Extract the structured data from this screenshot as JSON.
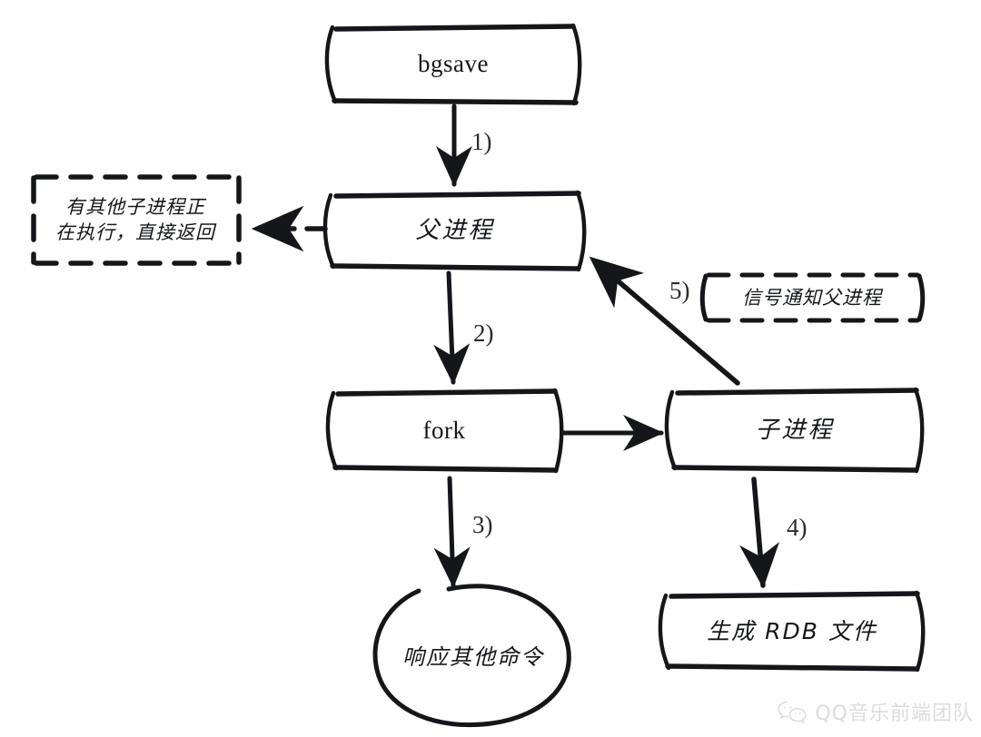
{
  "diagram": {
    "title": "bgsave",
    "background_color": "#ffffff",
    "stroke_color": "#14161a",
    "nodes": [
      {
        "id": "bgsave",
        "label": "bgsave",
        "script": "latin"
      },
      {
        "id": "parent",
        "label": "父进程",
        "script": "cjk"
      },
      {
        "id": "fork",
        "label": "fork",
        "script": "latin"
      },
      {
        "id": "child",
        "label": "子进程",
        "script": "cjk"
      },
      {
        "id": "rdb",
        "label": "生成 RDB 文件",
        "script": "mixed"
      }
    ],
    "blob": {
      "id": "other-commands",
      "label": "响应其他命令"
    },
    "annotations": [
      {
        "id": "return-note",
        "line1": "有其他子进程正",
        "line2": "在执行，直接返回"
      },
      {
        "id": "signal-note",
        "line1": "信号通知父进程",
        "line2": ""
      }
    ],
    "steps": [
      {
        "id": "step-1",
        "label": "1)"
      },
      {
        "id": "step-2",
        "label": "2)"
      },
      {
        "id": "step-3",
        "label": "3)"
      },
      {
        "id": "step-4",
        "label": "4)"
      },
      {
        "id": "step-5",
        "label": "5)"
      }
    ],
    "edges": [
      {
        "id": "bgsave-to-parent",
        "from": "bgsave",
        "to": "parent",
        "style": "solid",
        "step": "1)"
      },
      {
        "id": "parent-to-return-note",
        "from": "parent",
        "to": "return-note",
        "style": "dashed",
        "step": ""
      },
      {
        "id": "parent-to-fork",
        "from": "parent",
        "to": "fork",
        "style": "solid",
        "step": "2)"
      },
      {
        "id": "fork-to-child",
        "from": "fork",
        "to": "child",
        "style": "solid",
        "step": ""
      },
      {
        "id": "fork-to-other-commands",
        "from": "fork",
        "to": "other-commands",
        "style": "solid",
        "step": "3)"
      },
      {
        "id": "child-to-rdb",
        "from": "child",
        "to": "rdb",
        "style": "solid",
        "step": "4)"
      },
      {
        "id": "child-to-parent",
        "from": "child",
        "to": "parent",
        "style": "solid",
        "step": "5)"
      }
    ]
  },
  "watermark": {
    "text": "QQ音乐前端团队",
    "icon": "wechat-icon",
    "color": "#8d8d8d"
  }
}
